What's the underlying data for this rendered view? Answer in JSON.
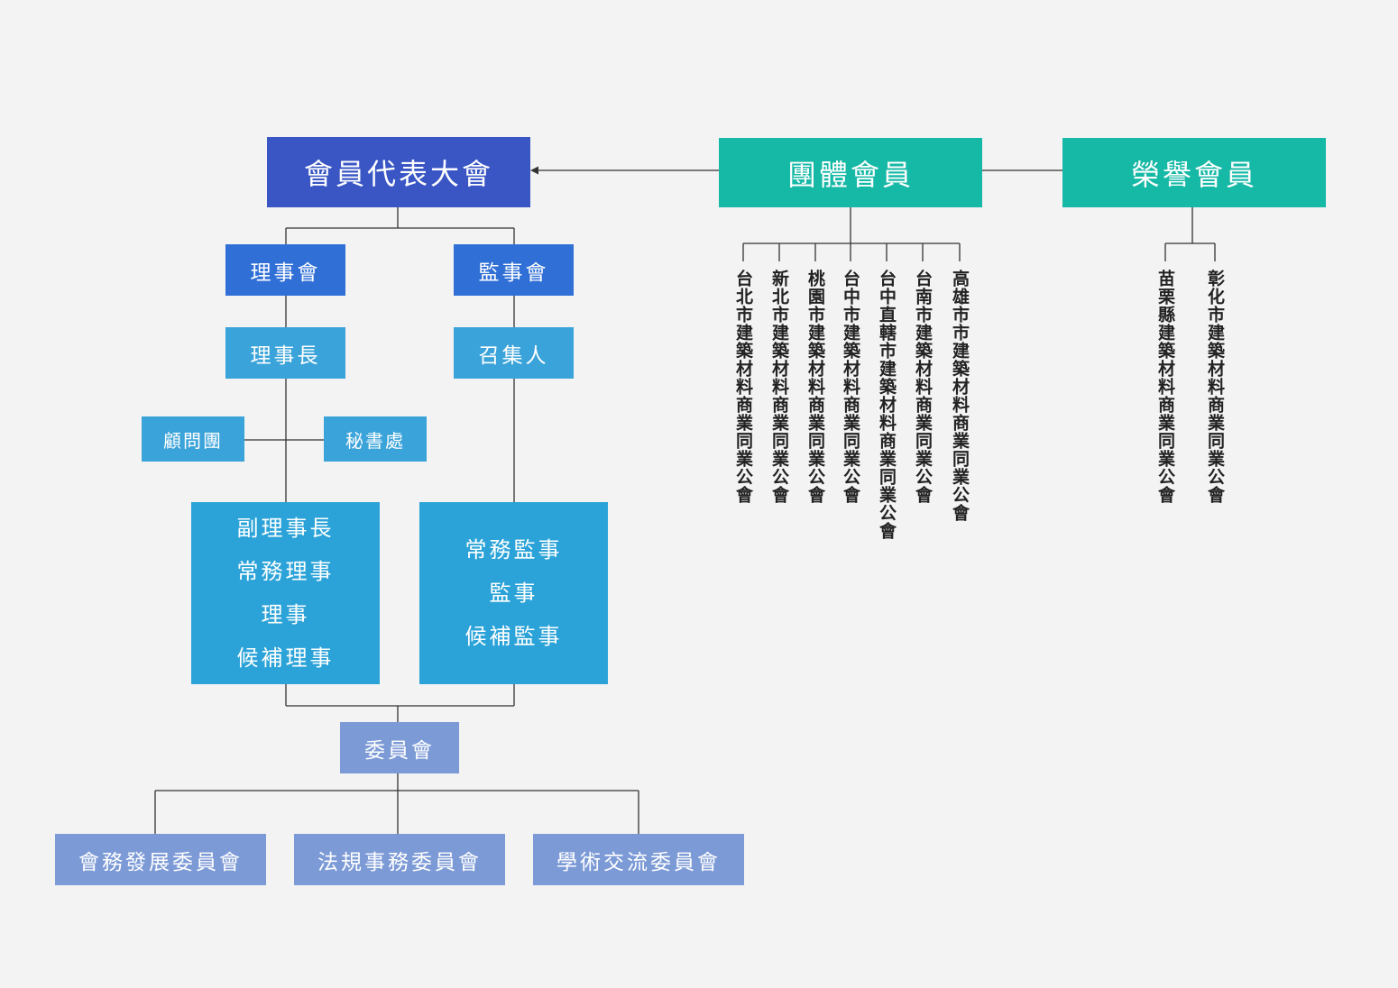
{
  "colors": {
    "top": "#3a56c4",
    "level2": "#2f6fd6",
    "level3": "#3aa3d9",
    "group": "#2ba3d8",
    "committee": "#7c9ad6",
    "member": "#16b8a6",
    "line": "#333333"
  },
  "nodes": {
    "assembly": "會員代表大會",
    "group_members": "團體會員",
    "honor_members": "榮譽會員",
    "board": "理事會",
    "supervisors": "監事會",
    "chairman": "理事長",
    "convener": "召集人",
    "advisors": "顧問團",
    "secretariat": "秘書處",
    "board_members": [
      "副理事長",
      "常務理事",
      "理事",
      "候補理事"
    ],
    "supervisor_members": [
      "常務監事",
      "監事",
      "候補監事"
    ],
    "committee": "委員會",
    "sub_committees": [
      "會務發展委員會",
      "法規事務委員會",
      "學術交流委員會"
    ]
  },
  "group_member_list": [
    "台北市建築材料商業同業公會",
    "新北市建築材料商業同業公會",
    "桃園市建築材料商業同業公會",
    "台中市建築材料商業同業公會",
    "台中直轄市建築材料商業同業公會",
    "台南市建築材料商業同業公會",
    "高雄市市建築材料商業同業公會"
  ],
  "honor_member_list": [
    "苗栗縣建築材料商業同業公會",
    "彰化市建築材料商業同業公會"
  ]
}
